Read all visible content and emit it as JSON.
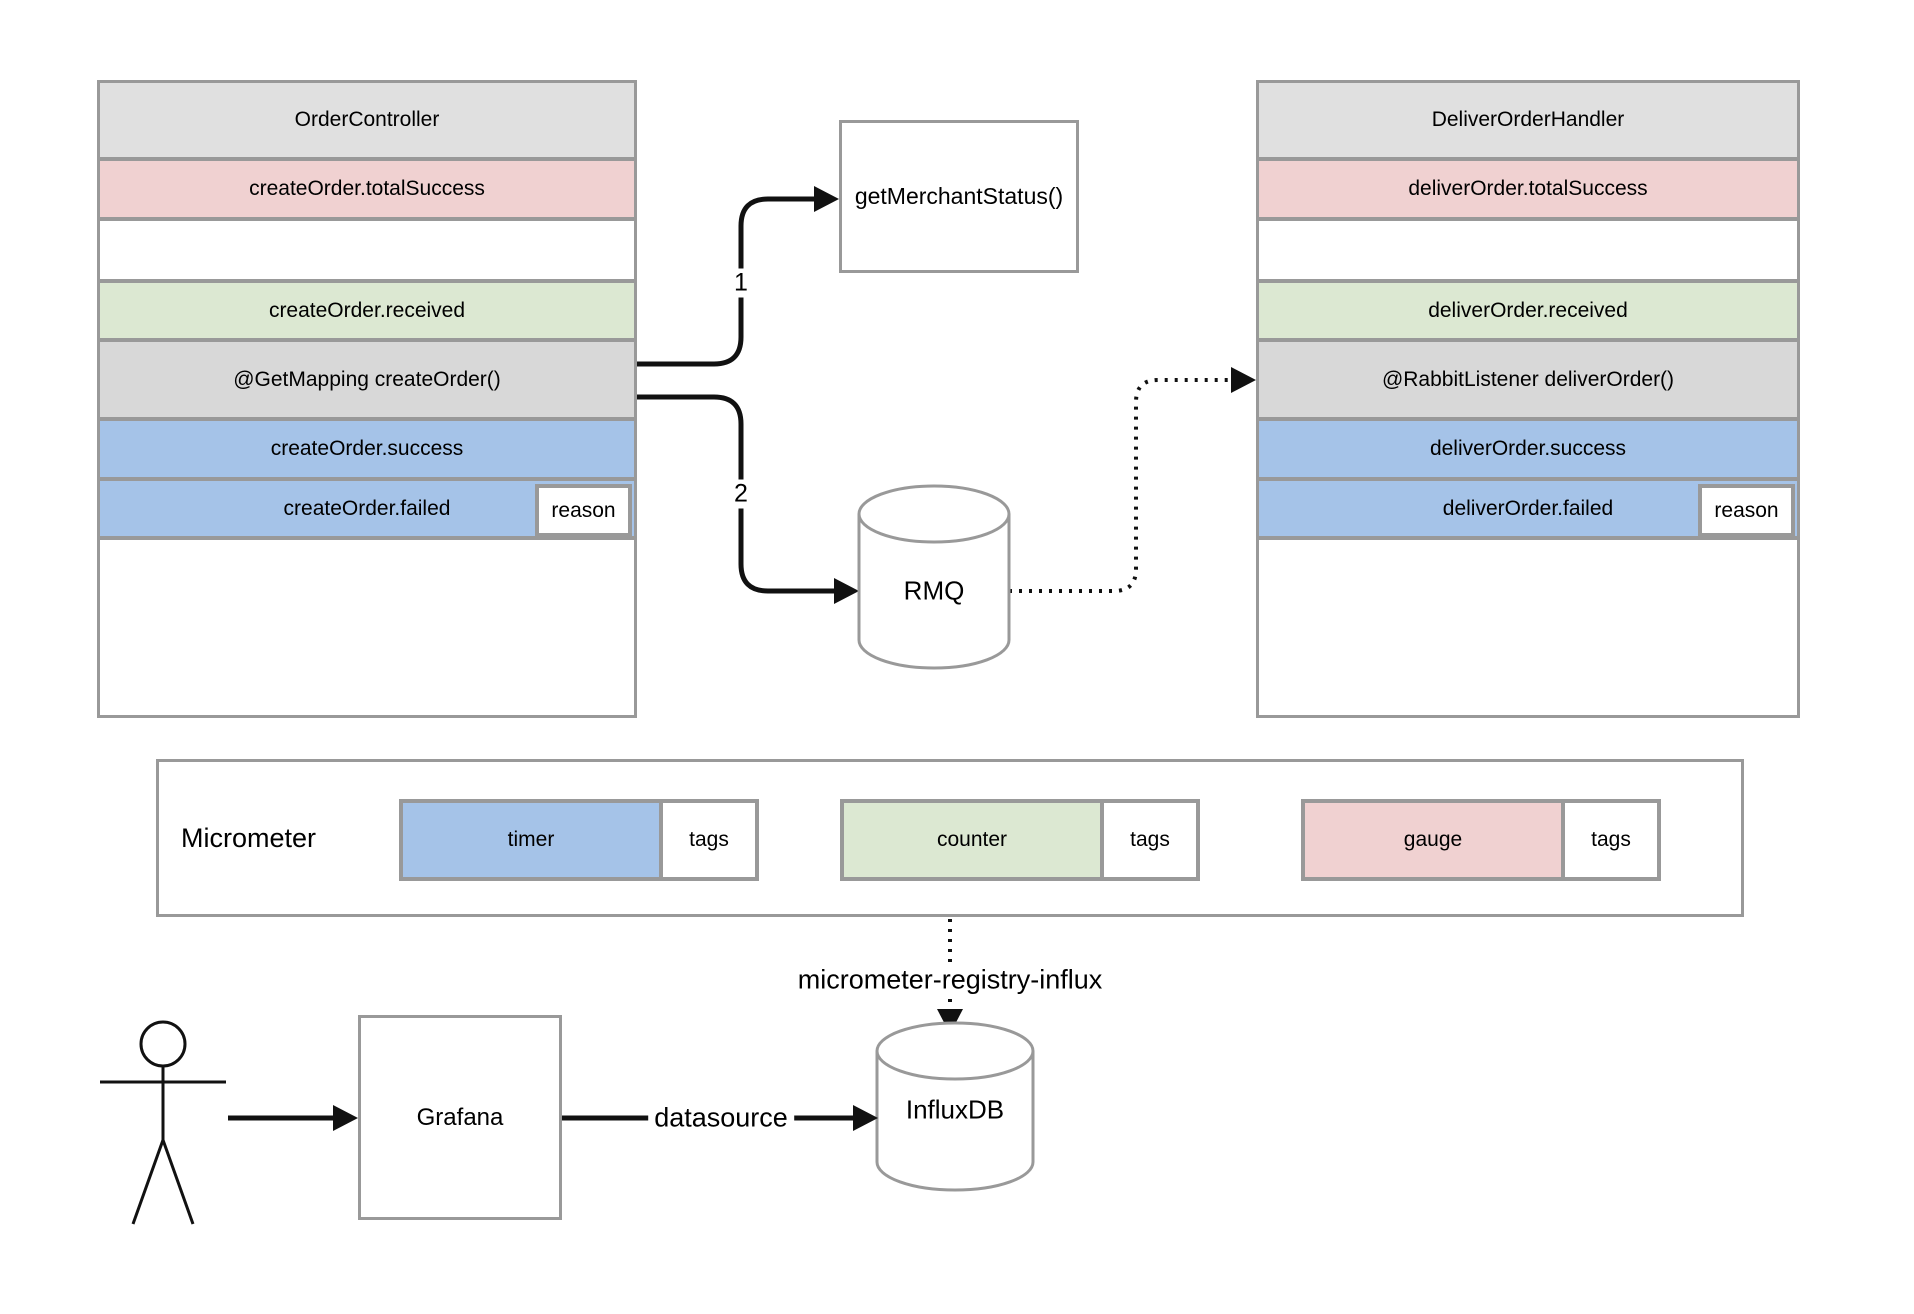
{
  "colors": {
    "pink": "#f0d1d1",
    "green": "#dce8d2",
    "blue": "#a5c3e8",
    "header_gray": "#e0e0e0",
    "method_gray": "#d8d8d8",
    "border_gray": "#999999",
    "arrow_black": "#111111"
  },
  "left_box": {
    "title": "OrderController",
    "rows": [
      {
        "label": "createOrder.totalSuccess"
      },
      {
        "label": ""
      },
      {
        "label": "createOrder.received"
      },
      {
        "label": "@GetMapping createOrder()"
      },
      {
        "label": "createOrder.success"
      },
      {
        "label": "createOrder.failed",
        "side_label": "reason"
      }
    ]
  },
  "right_box": {
    "title": "DeliverOrderHandler",
    "rows": [
      {
        "label": "deliverOrder.totalSuccess"
      },
      {
        "label": ""
      },
      {
        "label": "deliverOrder.received"
      },
      {
        "label": "@RabbitListener deliverOrder()"
      },
      {
        "label": "deliverOrder.success"
      },
      {
        "label": "deliverOrder.failed",
        "side_label": "reason"
      }
    ]
  },
  "merchant_box": {
    "label": "getMerchantStatus()"
  },
  "rmq_cylinder": {
    "label": "RMQ"
  },
  "influx_cylinder": {
    "label": "InfluxDB"
  },
  "grafana_box": {
    "label": "Grafana"
  },
  "micrometer_panel": {
    "title": "Micrometer",
    "metrics": [
      {
        "name": "timer",
        "tags": "tags",
        "color": "#a5c3e8"
      },
      {
        "name": "counter",
        "tags": "tags",
        "color": "#dce8d2"
      },
      {
        "name": "gauge",
        "tags": "tags",
        "color": "#f0d1d1"
      }
    ]
  },
  "edge_labels": {
    "step1": "1",
    "step2": "2",
    "registry": "micrometer-registry-influx",
    "datasource": "datasource"
  }
}
